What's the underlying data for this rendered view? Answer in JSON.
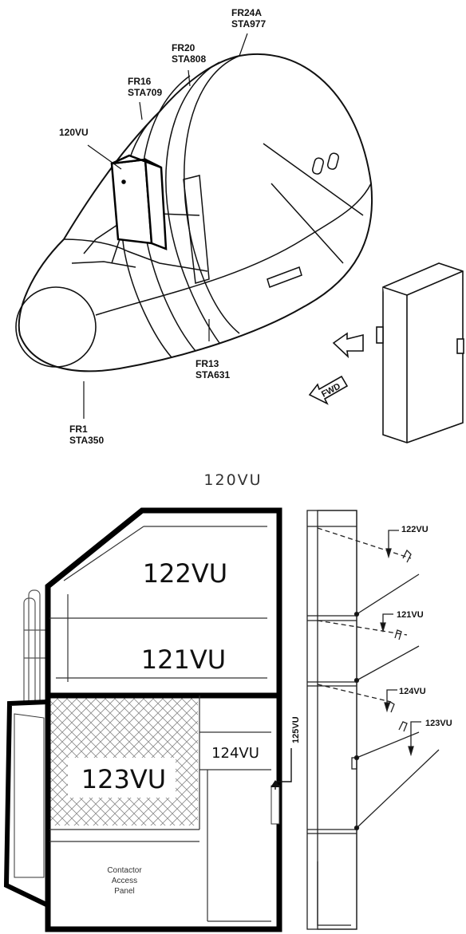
{
  "top_diagram": {
    "labels": {
      "fr24a": "FR24A",
      "sta977": "STA977",
      "fr20": "FR20",
      "sta808": "STA808",
      "fr16": "FR16",
      "sta709": "STA709",
      "vu120": "120VU",
      "fr13": "FR13",
      "sta631": "STA631",
      "fr1": "FR1",
      "sta350": "STA350",
      "fwd": "FWD"
    }
  },
  "panel_title": "120VU",
  "bottom_diagram": {
    "sections": {
      "vu122": "122VU",
      "vu121": "121VU",
      "vu123": "123VU",
      "vu124": "124VU",
      "vu125": "125VU",
      "contactor_line1": "Contactor",
      "contactor_line2": "Access",
      "contactor_line3": "Panel"
    },
    "side_labels": {
      "vu122": "122VU",
      "vu121": "121VU",
      "vu124": "124VU",
      "vu123": "123VU"
    }
  }
}
